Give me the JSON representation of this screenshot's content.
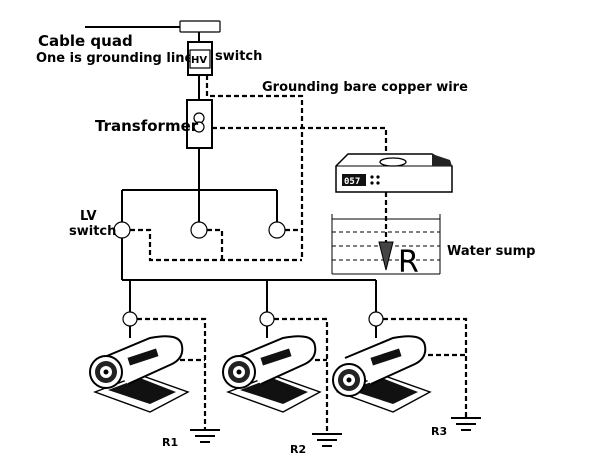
{
  "labels": {
    "cable_quad": "Cable quad",
    "grounding_line": "One is grounding line",
    "hv": "HV",
    "switch": "switch",
    "grounding_wire": "Grounding bare copper wire",
    "transformer": "Transformer",
    "lv": "LV",
    "lv_switch": "switch",
    "water_sump": "Water sump",
    "r_marker": "R",
    "meter_display": "057",
    "r1": "R1",
    "r2": "R2",
    "r3": "R3"
  },
  "icons": [
    "grounding-symbol-icon",
    "transformer-icon",
    "meter-icon",
    "motor-icon",
    "electrode-icon"
  ]
}
